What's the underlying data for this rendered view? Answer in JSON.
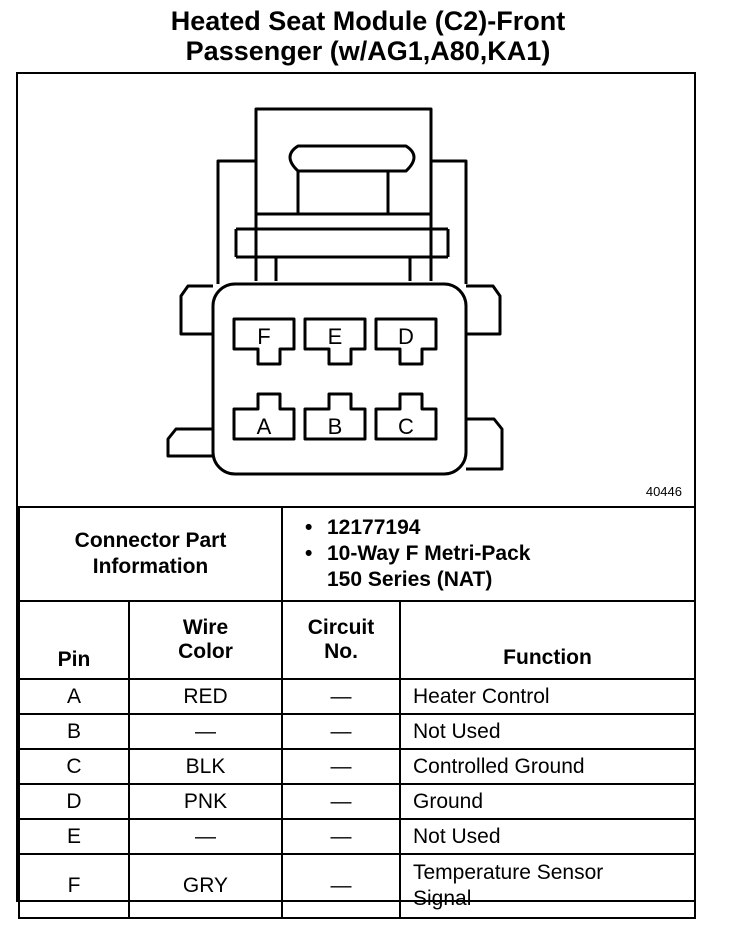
{
  "title_line1": "Heated Seat Module (C2)-Front",
  "title_line2": "Passenger (w/AG1,A80,KA1)",
  "figure_number": "40446",
  "connector": {
    "pins_top": [
      "F",
      "E",
      "D"
    ],
    "pins_bottom": [
      "A",
      "B",
      "C"
    ]
  },
  "connector_info": {
    "label_line1": "Connector Part",
    "label_line2": "Information",
    "part_number": "12177194",
    "desc_line1": "10-Way F Metri-Pack",
    "desc_line2": "150 Series (NAT)",
    "bullet": "•"
  },
  "table": {
    "headers": {
      "pin": "Pin",
      "wire_line1": "Wire",
      "wire_line2": "Color",
      "circuit_line1": "Circuit",
      "circuit_line2": "No.",
      "function": "Function"
    },
    "rows": [
      {
        "pin": "A",
        "wire": "RED",
        "circuit": "—",
        "function": "Heater Control"
      },
      {
        "pin": "B",
        "wire": "—",
        "circuit": "—",
        "function": "Not Used"
      },
      {
        "pin": "C",
        "wire": "BLK",
        "circuit": "—",
        "function": "Controlled Ground"
      },
      {
        "pin": "D",
        "wire": "PNK",
        "circuit": "—",
        "function": "Ground"
      },
      {
        "pin": "E",
        "wire": "—",
        "circuit": "—",
        "function": "Not Used"
      },
      {
        "pin": "F",
        "wire": "GRY",
        "circuit": "—",
        "function": "Temperature Sensor",
        "function_line2": "Signal"
      }
    ]
  }
}
